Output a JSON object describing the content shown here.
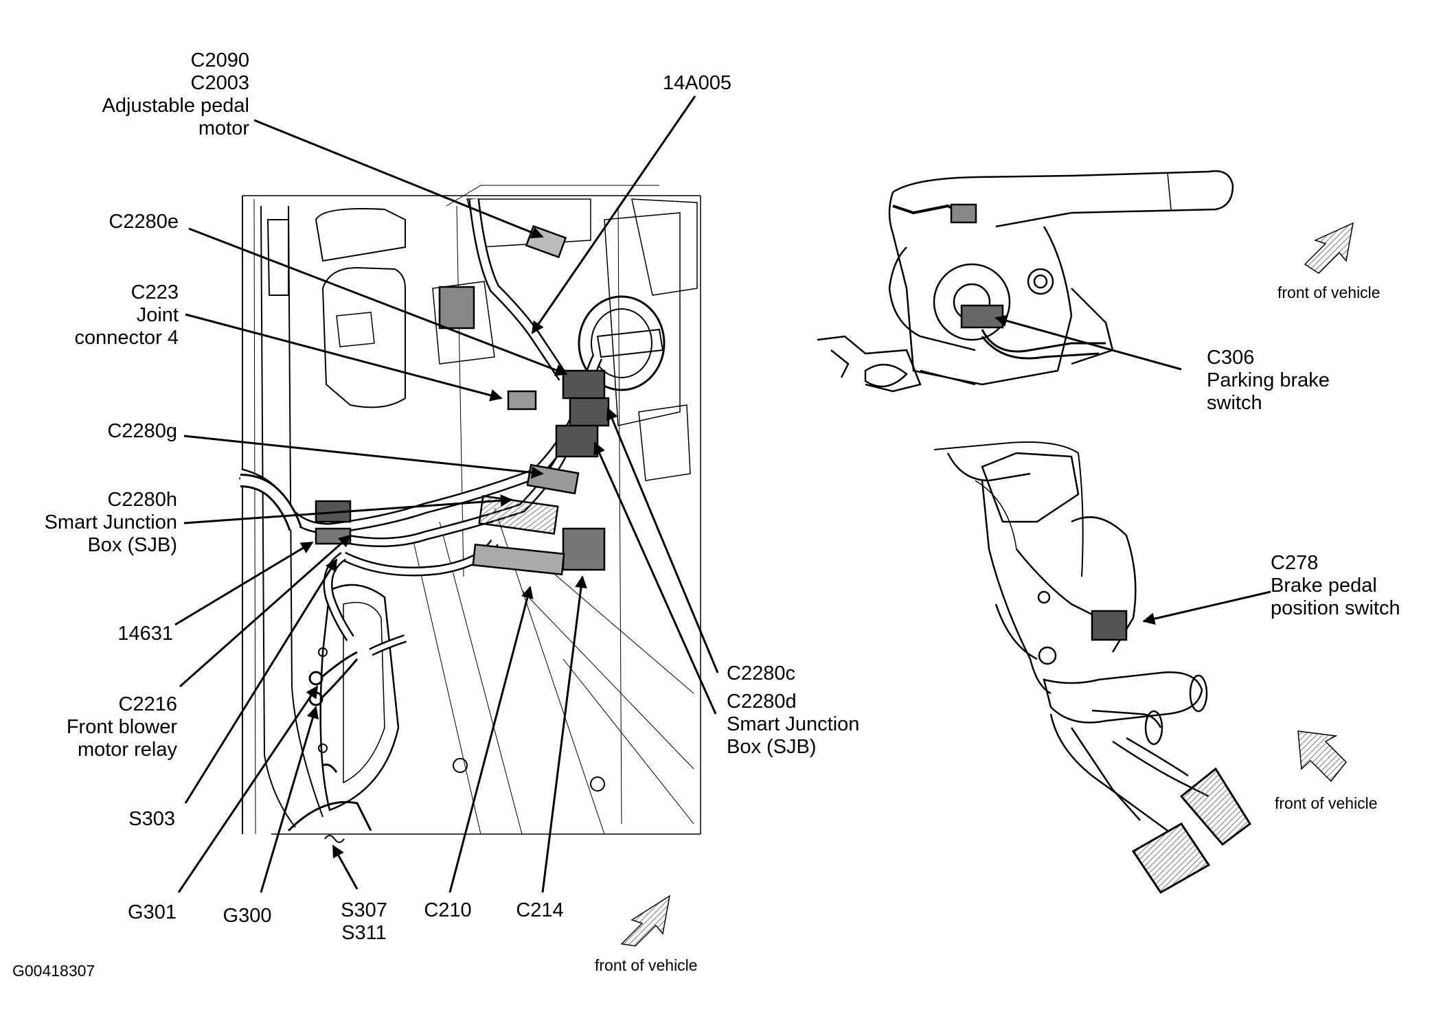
{
  "figure_id": "G00418307",
  "front_label": "front of vehicle",
  "labels": {
    "c2090": [
      "C2090",
      "C2003",
      "Adjustable pedal",
      "motor"
    ],
    "a14a005": [
      "14A005"
    ],
    "c2280e": [
      "C2280e"
    ],
    "c223": [
      "C223",
      "Joint",
      "connector 4"
    ],
    "c2280g": [
      "C2280g"
    ],
    "c2280h": [
      "C2280h",
      "Smart Junction",
      "Box (SJB)"
    ],
    "a14631": [
      "14631"
    ],
    "c2216": [
      "C2216",
      "Front blower",
      "motor relay"
    ],
    "s303": [
      "S303"
    ],
    "g301": [
      "G301"
    ],
    "g300": [
      "G300"
    ],
    "s307": [
      "S307",
      "S311"
    ],
    "c210": [
      "C210"
    ],
    "c214": [
      "C214"
    ],
    "c2280c": [
      "C2280c"
    ],
    "c2280d": [
      "C2280d",
      "Smart Junction",
      "Box (SJB)"
    ],
    "c306": [
      "C306",
      "Parking brake",
      "switch"
    ],
    "c278": [
      "C278",
      "Brake pedal",
      "position switch"
    ]
  }
}
